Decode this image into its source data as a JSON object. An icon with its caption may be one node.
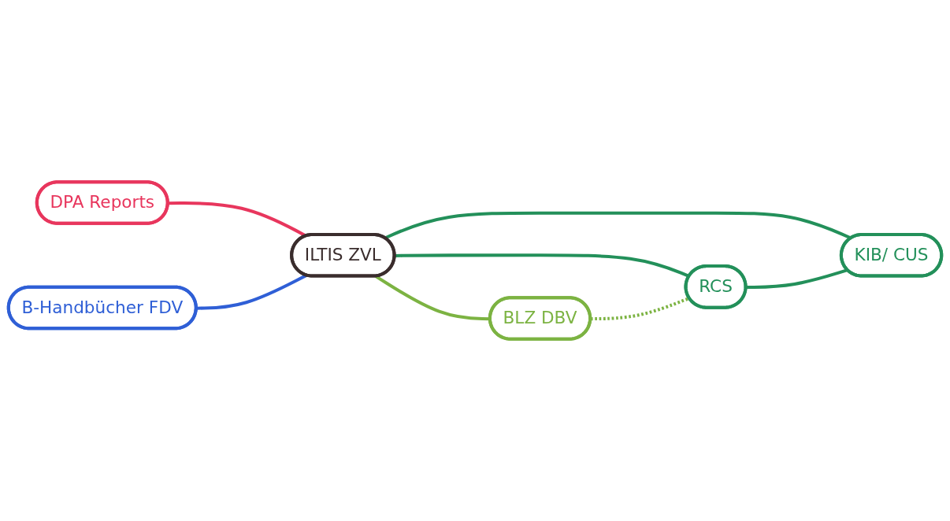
{
  "diagram": {
    "nodes": [
      {
        "text": [
          "RCS"
        ]
      },
      {
        "text": [
          "DPA Reports"
        ]
      },
      {
        "text": [
          "KIB/ CUS"
        ]
      },
      {
        "text": [
          "B-Handbücher FDV"
        ]
      },
      {
        "text": [
          "ILTIS ZVL"
        ]
      },
      {
        "text": [
          "BLZ DBV"
        ]
      }
    ],
    "edges": [
      {
        "from": 1,
        "to": 4,
        "arrow": "none",
        "color": "#e8365d"
      },
      {
        "from": 3,
        "to": 4,
        "arrow": "none",
        "color": "#2f5fd6"
      },
      {
        "from": 4,
        "to": 0,
        "arrow": "none"
      },
      {
        "from": 4,
        "to": 2,
        "arrow": "none"
      },
      {
        "from": 0,
        "to": 2,
        "arrow": "none"
      },
      {
        "from": 4,
        "to": 5,
        "arrow": "none",
        "color": "#7cb342"
      },
      {
        "from": 5,
        "to": 0,
        "arrow": "none",
        "style": "dashed",
        "color": "#7cb342"
      }
    ]
  }
}
